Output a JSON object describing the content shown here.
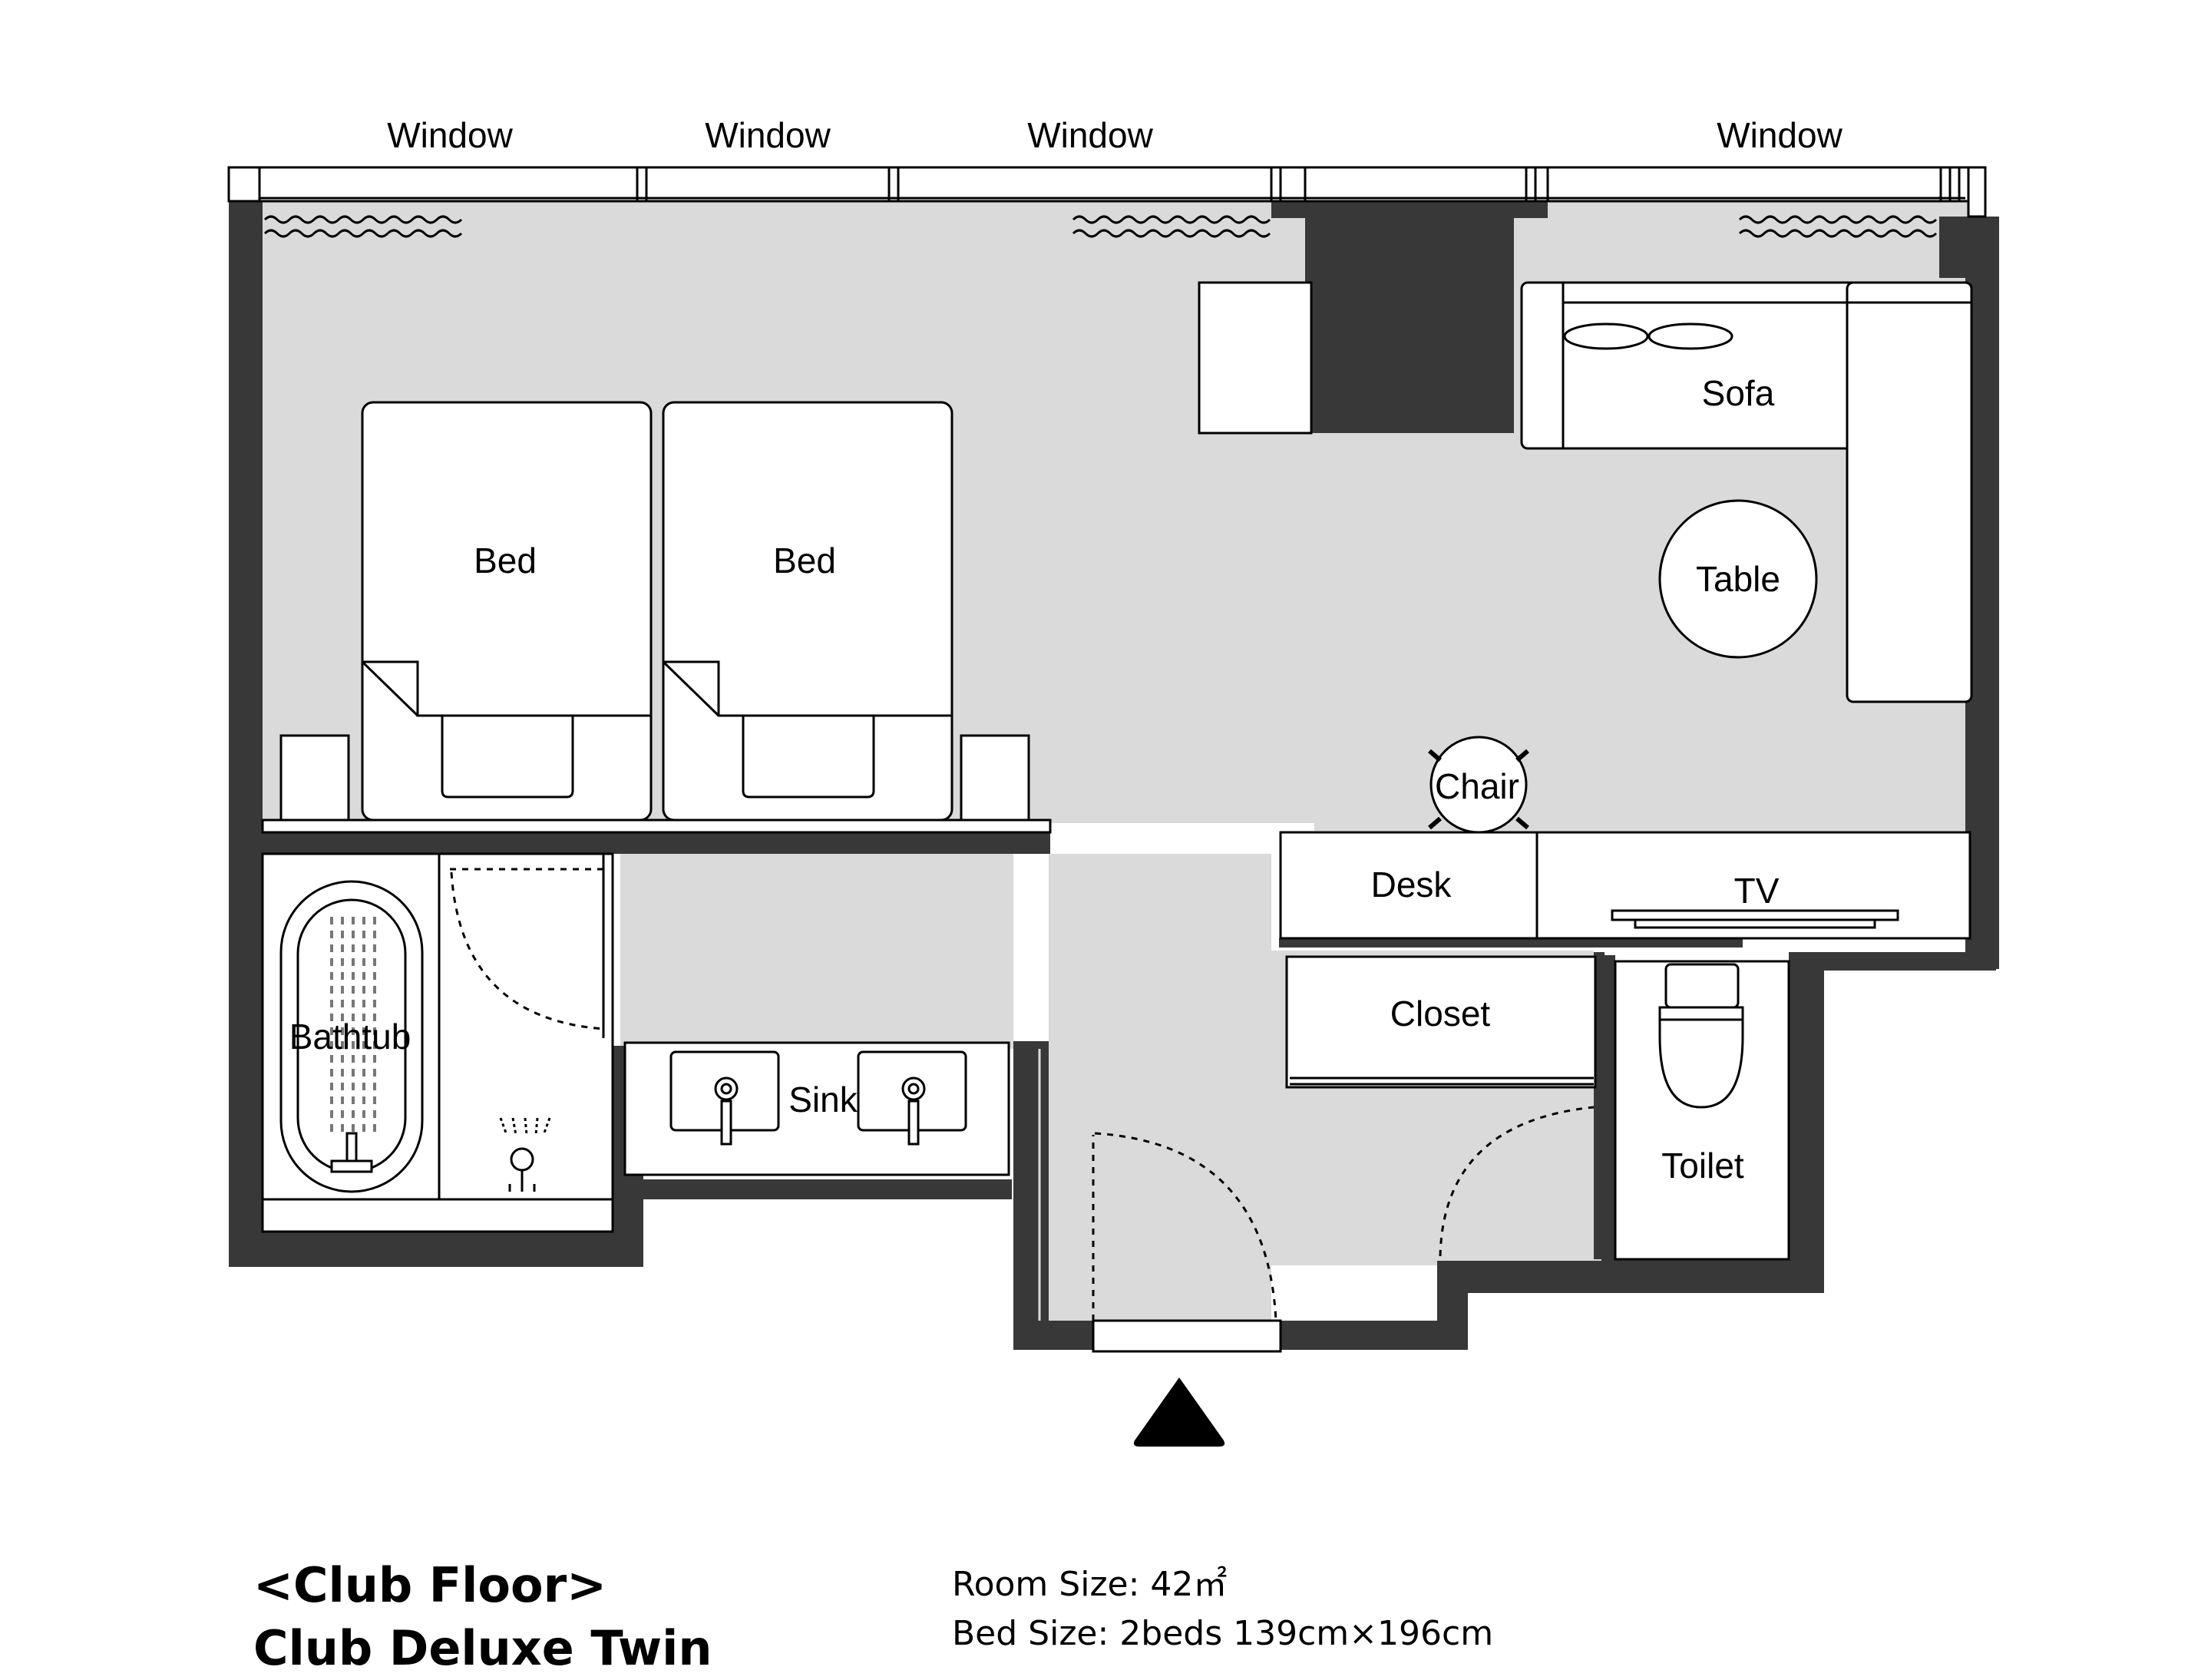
{
  "colors": {
    "wall": "#383838",
    "floor": "#dadada",
    "furniture": "#ffffff",
    "line": "#000000"
  },
  "labels": {
    "windows": [
      "Window",
      "Window",
      "Window",
      "Window"
    ],
    "bed_left": "Bed",
    "bed_right": "Bed",
    "sofa": "Sofa",
    "table": "Table",
    "chair": "Chair",
    "desk": "Desk",
    "tv": "TV",
    "closet": "Closet",
    "bathtub": "Bathtub",
    "sink": "Sink",
    "toilet": "Toilet"
  },
  "room": {
    "floor_label": "<Club Floor>",
    "name": "Club Deluxe Twin",
    "room_size": "Room Size: 42㎡",
    "bed_size": "Bed Size: 2beds 139cm×196cm"
  },
  "icons": [
    "entrance-arrow-icon",
    "shower-icon",
    "faucet-icon",
    "curtain-icon"
  ]
}
